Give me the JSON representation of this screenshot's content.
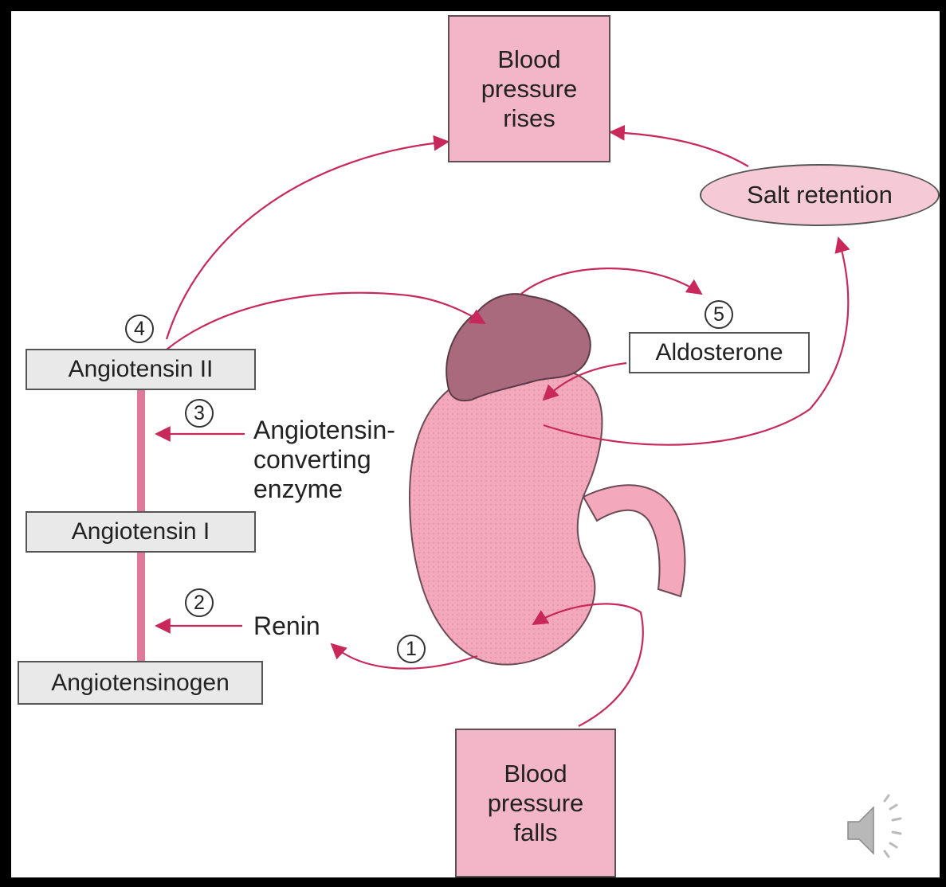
{
  "boxes": {
    "bp_rises": [
      "Blood",
      "pressure",
      "rises"
    ],
    "bp_falls": [
      "Blood",
      "pressure",
      "falls"
    ],
    "salt_retention": "Salt retention",
    "angiotensin_ii": "Angiotensin II",
    "angiotensin_i": "Angiotensin I",
    "angiotensinogen": "Angiotensinogen",
    "aldosterone": "Aldosterone"
  },
  "labels": {
    "ace": [
      "Angiotensin-",
      "converting",
      "enzyme"
    ],
    "renin": "Renin"
  },
  "steps": {
    "one": "1",
    "two": "2",
    "three": "3",
    "four": "4",
    "five": "5"
  },
  "icons": {
    "speaker": "speaker-icon"
  },
  "colors": {
    "pink_box": "#f2b6c8",
    "arrow": "#c8285a",
    "kidney": "#f3a8bb",
    "adrenal": "#a86a7c"
  }
}
